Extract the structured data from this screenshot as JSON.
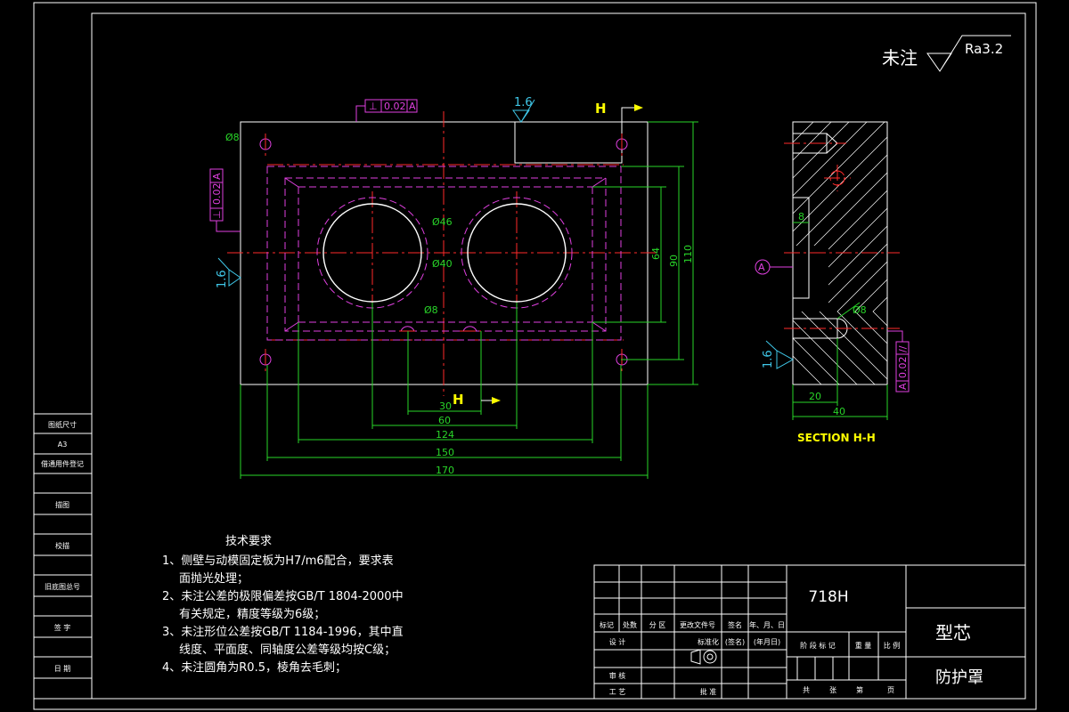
{
  "roughness_note": {
    "label": "未注",
    "value": "Ra3.2"
  },
  "front_view": {
    "roughness_top": "1.6",
    "roughness_left": "1.6",
    "section_marker_top": "H",
    "section_marker_bottom": "H",
    "dia_holes_small": "Ø8",
    "dia_bore_outer": "Ø46",
    "dia_bore_inner": "Ø40",
    "dia_slot": "Ø8",
    "tolerance_top": {
      "symbol": "⊥",
      "value": "0.02",
      "datum": "A"
    },
    "tolerance_left": {
      "symbol": "⊥",
      "value": "0.02",
      "datum": "A"
    },
    "dims_horizontal": [
      "30",
      "60",
      "124",
      "150",
      "170"
    ],
    "dims_vertical": [
      "64",
      "90",
      "110"
    ]
  },
  "section_view": {
    "title": "SECTION H-H",
    "dim_8": "8",
    "dim_20": "20",
    "dim_40": "40",
    "dia_hole": "Ø8",
    "roughness": "1.6",
    "datum": "A",
    "tolerance": {
      "symbol": "//",
      "value": "0.02",
      "datum": "A"
    }
  },
  "tech_requirements": {
    "title": "技术要求",
    "items": [
      "1、侧壁与动模固定板为H7/m6配合，要求表",
      "面抛光处理；",
      "2、未注公差的极限偏差按GB/T 1804-2000中",
      "有关规定，精度等级为6级；",
      "3、未注形位公差按GB/T 1184-1996，其中直",
      "线度、平面度、同轴度公差等级均按C级；",
      "4、未注圆角为R0.5，棱角去毛刺；"
    ]
  },
  "left_sidebar": {
    "labels": [
      "图纸尺寸",
      "A3",
      "借通用件登记",
      "",
      "描图",
      "",
      "校描",
      "",
      "旧底图总号",
      "",
      "签 字",
      "",
      "日 期"
    ]
  },
  "title_block": {
    "material": "718H",
    "part_name": "型芯",
    "product": "防护罩",
    "rev_header": [
      "标记",
      "处数",
      "分 区",
      "更改文件号",
      "签名",
      "年、月、日"
    ],
    "design": "设 计",
    "standardization": "标准化",
    "signature": "(签名)",
    "date": "(年月日)",
    "stage": "阶 段 标 记",
    "weight": "重 量",
    "scale": "比 例",
    "review": "审 核",
    "process": "工 艺",
    "approve": "批 准",
    "sheets": [
      "共",
      "张",
      "第",
      "页"
    ]
  }
}
